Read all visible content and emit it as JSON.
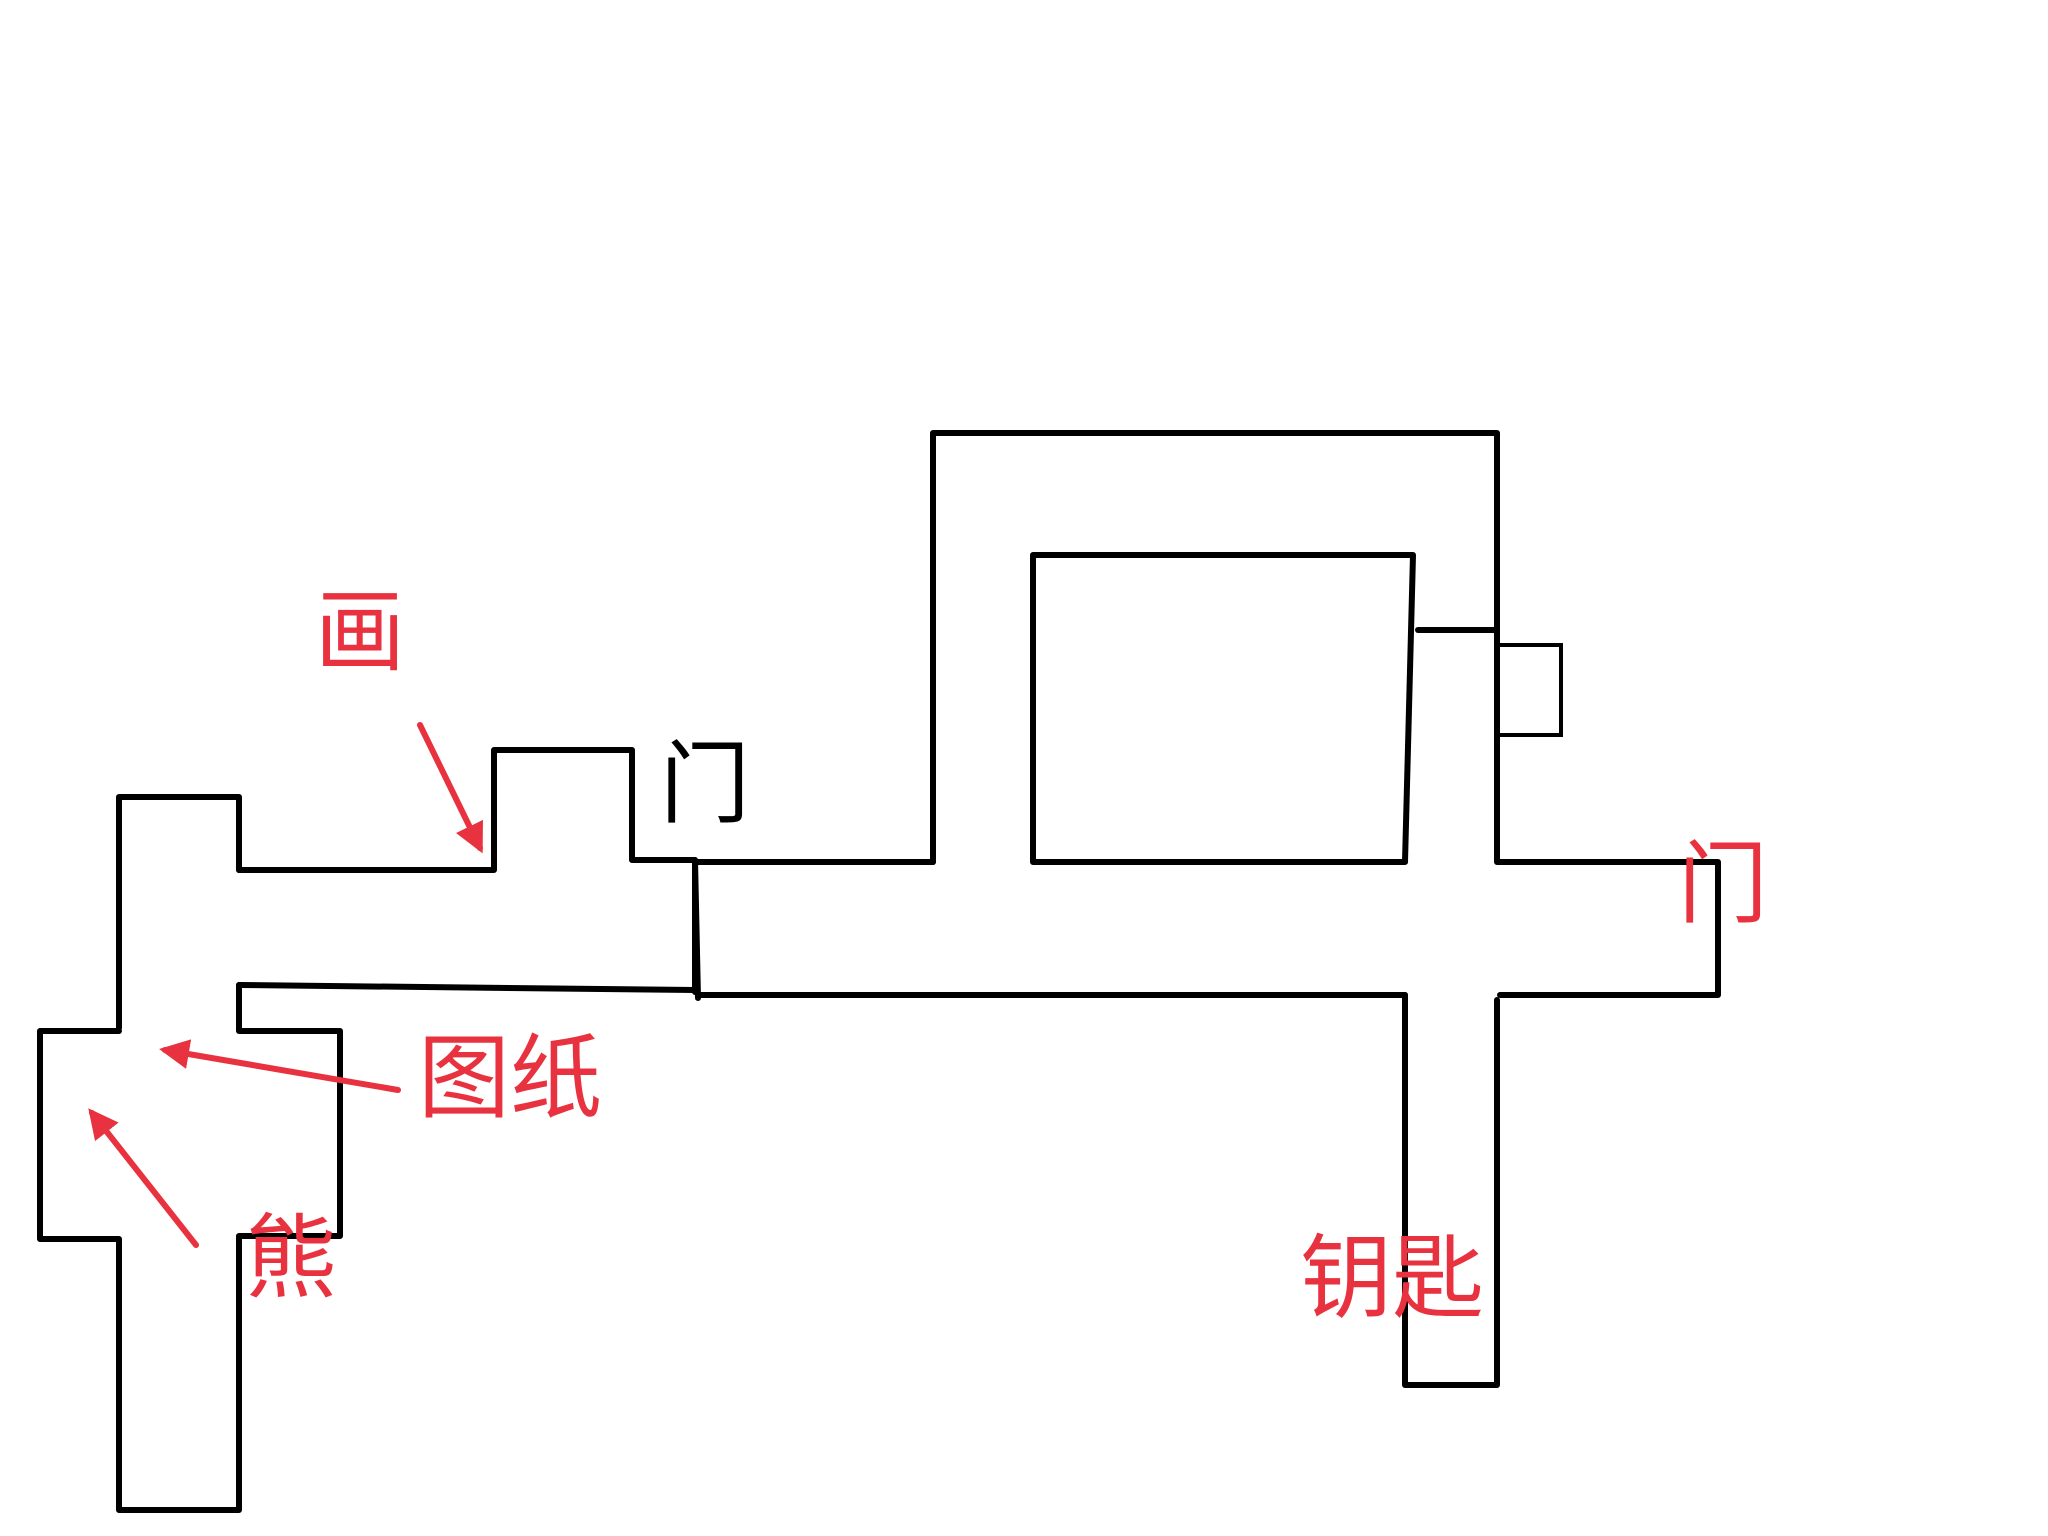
{
  "colors": {
    "wall": "#000000",
    "annotation": "#e8323f",
    "background": "#ffffff"
  },
  "labels": {
    "painting": "画",
    "door_left": "门",
    "door_right": "门",
    "blueprint": "图纸",
    "bear": "熊",
    "key": "钥匙"
  }
}
